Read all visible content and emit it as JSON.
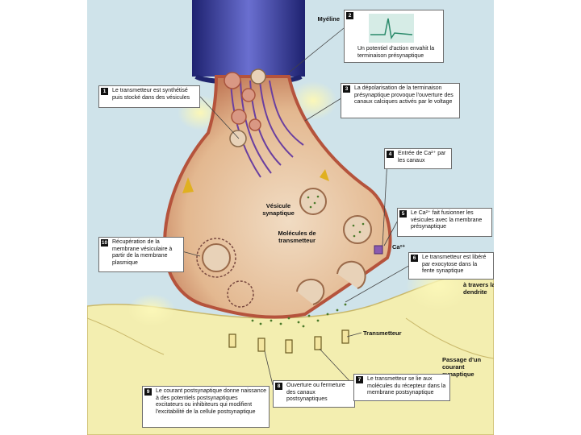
{
  "labels": {
    "myeline": "Myéline",
    "vesicule": "Vésicule synaptique",
    "molecules": "Molécules de transmetteur",
    "ca": "Ca²⁺",
    "transmetteur": "Transmetteur",
    "a_travers": "à travers la dendrite",
    "passage": "Passage d'un courant synaptique"
  },
  "steps": [
    {
      "num": "1",
      "text": "Le transmetteur est synthétisé puis stocké dans des vésicules"
    },
    {
      "num": "2",
      "text": "Un potentiel d'action envahit la terminaison présynaptique"
    },
    {
      "num": "3",
      "text": "La dépolarisation de la terminaison présynaptique provoque l'ouverture des canaux calciques activés par le voltage"
    },
    {
      "num": "4",
      "text": "Entrée de Ca²⁺ par les canaux"
    },
    {
      "num": "5",
      "text": "Le Ca²⁺ fait fusionner les vésicules avec la membrane présynaptique"
    },
    {
      "num": "6",
      "text": "Le transmetteur est libéré par exocytose dans la fente synaptique"
    },
    {
      "num": "7",
      "text": "Le transmetteur se lie aux molécules du récepteur dans la membrane postsynaptique"
    },
    {
      "num": "8",
      "text": "Ouverture ou fermeture des canaux postsynaptiques"
    },
    {
      "num": "9",
      "text": "Le courant postsynaptique donne naissance à des potentiels postsynaptiques excitateurs ou inhibiteurs qui modifient l'excitabilité de la cellule postsynaptique"
    },
    {
      "num": "10",
      "text": "Récupération de la membrane vésiculaire à partir de la membrane plasmique"
    }
  ],
  "colors": {
    "background": "#cfe3ea",
    "myelin": "#3a3f9a",
    "terminal_fill": "#e7c9a6",
    "terminal_membrane": "#b5533c",
    "postsynaptic": "#f3eeb0",
    "glow": "#f6f2a6",
    "vesicle": "#e8d2b8",
    "dot": "#4a7a2a"
  },
  "icons": [
    "action-potential-icon",
    "calcium-channel-icon"
  ]
}
